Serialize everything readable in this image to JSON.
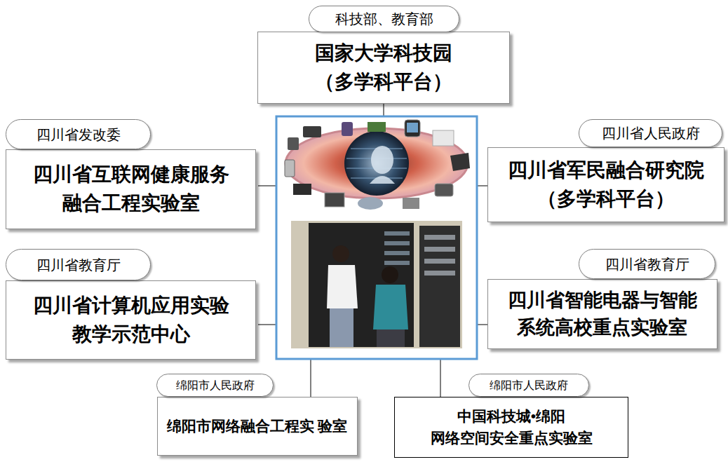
{
  "diagram": {
    "nodes": [
      {
        "text": [
          "科技部、教育部",
          "国家大学科技园 （多学科平台）"
        ]
      },
      {
        "text": [
          "四川省发改委",
          "四川省互联网健康服务 融合工程实验室"
        ]
      },
      {
        "text": [
          "四川省人民政府",
          "四川省军民融合研究院 （多学科平台）"
        ]
      },
      {
        "text": [
          "四川省教育厅",
          "四川省计算机应用实验 教学示范中心"
        ]
      },
      {
        "text": [
          "四川省教育厅",
          "四川省智能电器与智能 系统高校重点实验室"
        ]
      },
      {
        "text": [
          "绵阳市人民政府",
          "绵阳市网络融合工程实 验室"
        ]
      },
      {
        "text": [
          "绵阳市人民政府",
          "中国科技城•绵阳 网络空间安全重点实验室"
        ]
      }
    ]
  }
}
